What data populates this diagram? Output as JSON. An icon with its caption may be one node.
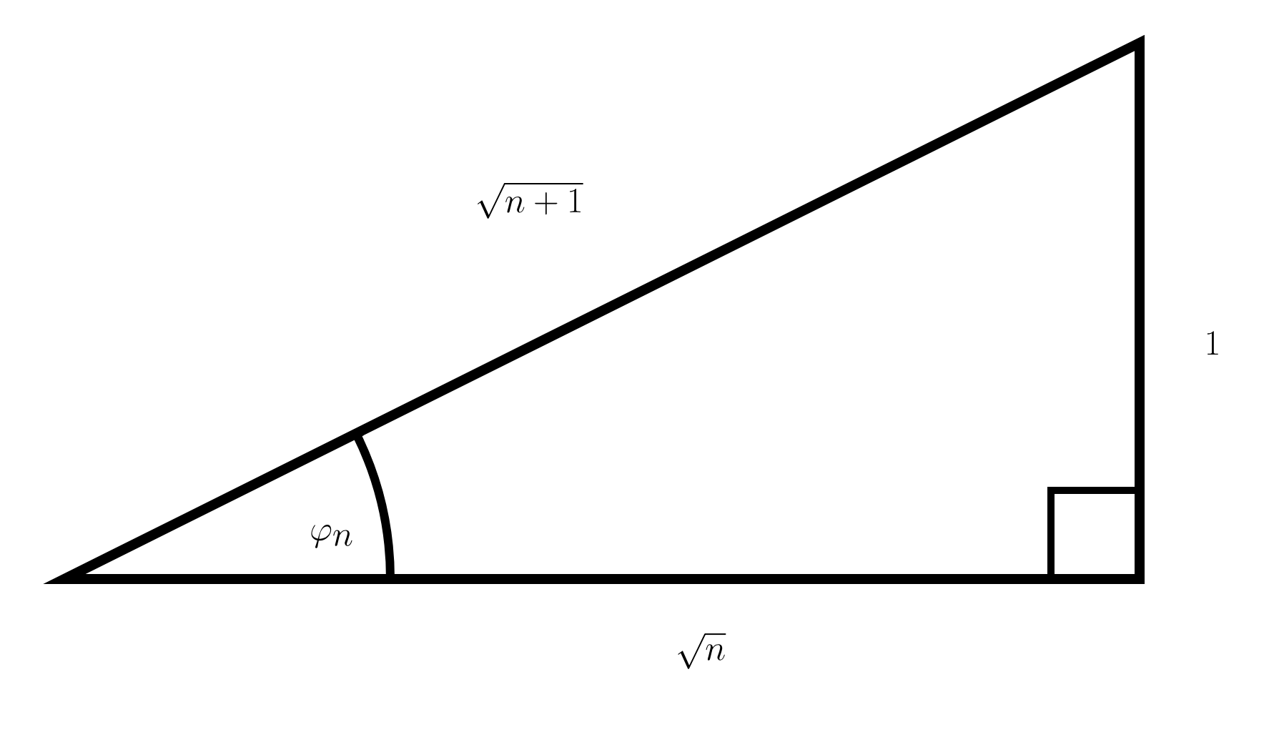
{
  "diagram": {
    "labels": [
      "\\sqrt{n+1}",
      "1",
      "\\varphi_{n}",
      "\\sqrt{n}"
    ]
  }
}
